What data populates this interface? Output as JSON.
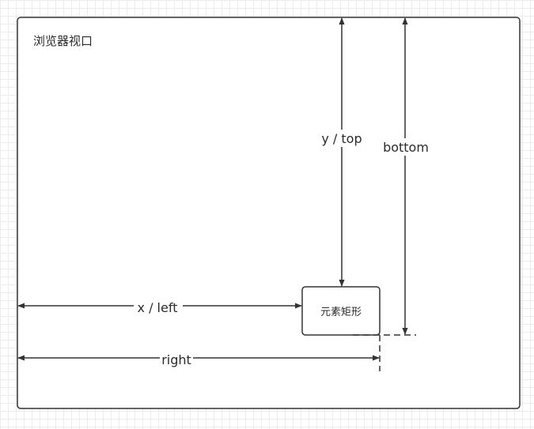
{
  "viewport": {
    "title": "浏览器视口"
  },
  "element_rect": {
    "label": "元素矩形"
  },
  "measurements": {
    "top_label": "y / top",
    "bottom_label": "bottom",
    "left_label": "x / left",
    "right_label": "right"
  },
  "colors": {
    "stroke": "#333333",
    "text": "#2b2b2b",
    "grid": "#ececec"
  }
}
